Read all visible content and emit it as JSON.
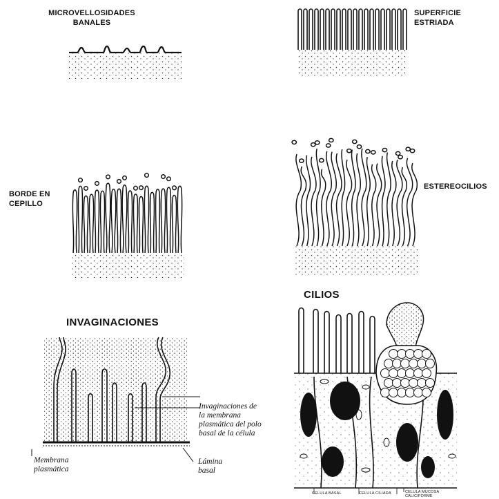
{
  "panels": {
    "microvellosidades": {
      "line1": "MICROVELLOSIDADES",
      "line2": "BANALES"
    },
    "superficie": {
      "line1": "SUPERFICIE",
      "line2": "ESTRIADA"
    },
    "borde": {
      "line1": "BORDE EN",
      "line2": "CEPILLO"
    },
    "estereocilios": {
      "label": "ESTEREOCILIOS"
    },
    "invaginaciones": {
      "title": "INVAGINACIONES",
      "desc": [
        "Invaginaciones de",
        "la membrana",
        "plasmática del polo",
        "basal de la célula"
      ],
      "membrana": [
        "Membrana",
        "plasmática"
      ],
      "lamina": [
        "Lámina",
        "basal"
      ]
    },
    "cilios": {
      "title": "CILIOS",
      "cells": [
        "CELULA BASAL",
        "CELULA CILIADA",
        "CELULA MUCOSA",
        "CALICIFORME"
      ]
    }
  }
}
